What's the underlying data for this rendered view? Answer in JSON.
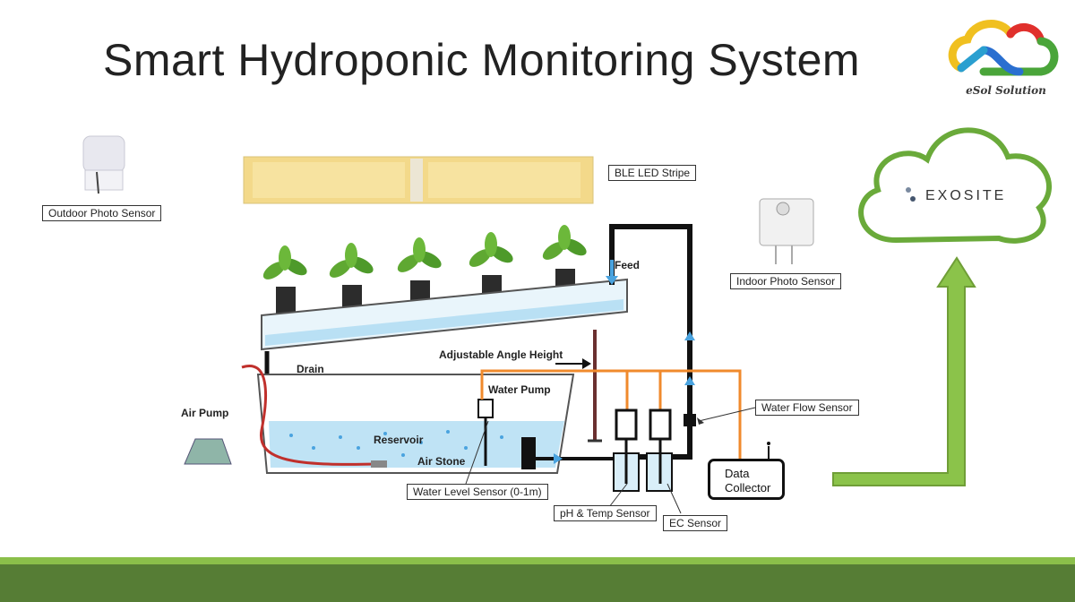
{
  "slide": {
    "title": "Smart Hydroponic Monitoring System",
    "logo_text": "eSol Solution"
  },
  "cloud": {
    "provider": "EXOSITE"
  },
  "labels": {
    "outdoor_sensor": "Outdoor Photo Sensor",
    "led": "BLE LED Stripe",
    "indoor_sensor": "Indoor Photo Sensor",
    "feed": "Feed",
    "adjustable": "Adjustable Angle Height",
    "drain": "Drain",
    "water_pump": "Water Pump",
    "air_pump": "Air Pump",
    "reservoir": "Reservoir",
    "air_stone": "Air Stone",
    "water_flow": "Water Flow Sensor",
    "water_level": "Water Level Sensor (0-1m)",
    "ph_temp": "pH & Temp Sensor",
    "ec": "EC Sensor",
    "collector_line1": "Data",
    "collector_line2": "Collector"
  },
  "colors": {
    "leaf": "#5fa832",
    "cloud_outline": "#6aaa3a",
    "arrow": "#8bc34a",
    "wire": "#f08a2c",
    "water": "#bfe3f5",
    "footer": "#567d35"
  }
}
